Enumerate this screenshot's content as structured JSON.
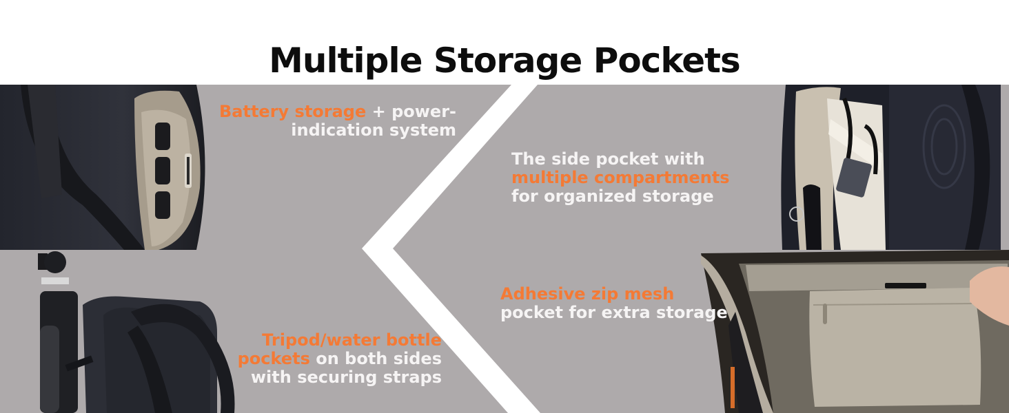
{
  "title": "Multiple Storage Pockets",
  "colors": {
    "background": "#ffffff",
    "panel_gray": "#aeaaab",
    "chevron": "#ffffff",
    "accent_orange": "#f47a35",
    "caption_white": "#f6f4f4",
    "title_black": "#0d0d0d"
  },
  "features": [
    {
      "position": "top-left",
      "highlight": "Battery storage",
      "text_after_highlight": " + power-",
      "line2": "indication system",
      "photo": "backpack side opening with battery compartments and pen holder"
    },
    {
      "position": "top-right",
      "line1": "The side pocket with",
      "highlight": "multiple compartments",
      "line3": "for organized storage",
      "photo": "side pocket with cables, hard drive and carabiner"
    },
    {
      "position": "bottom-left",
      "highlight": "Tripod/water bottle",
      "highlight2": "pockets",
      "text_after_highlight2": " on both sides",
      "line3": "with securing straps",
      "photo": "backpack with tripod strapped to side"
    },
    {
      "position": "bottom-right",
      "highlight": "Adhesive zip mesh",
      "line2": "pocket for extra storage",
      "photo": "hand lifting beige zip pouch inside backpack"
    }
  ]
}
